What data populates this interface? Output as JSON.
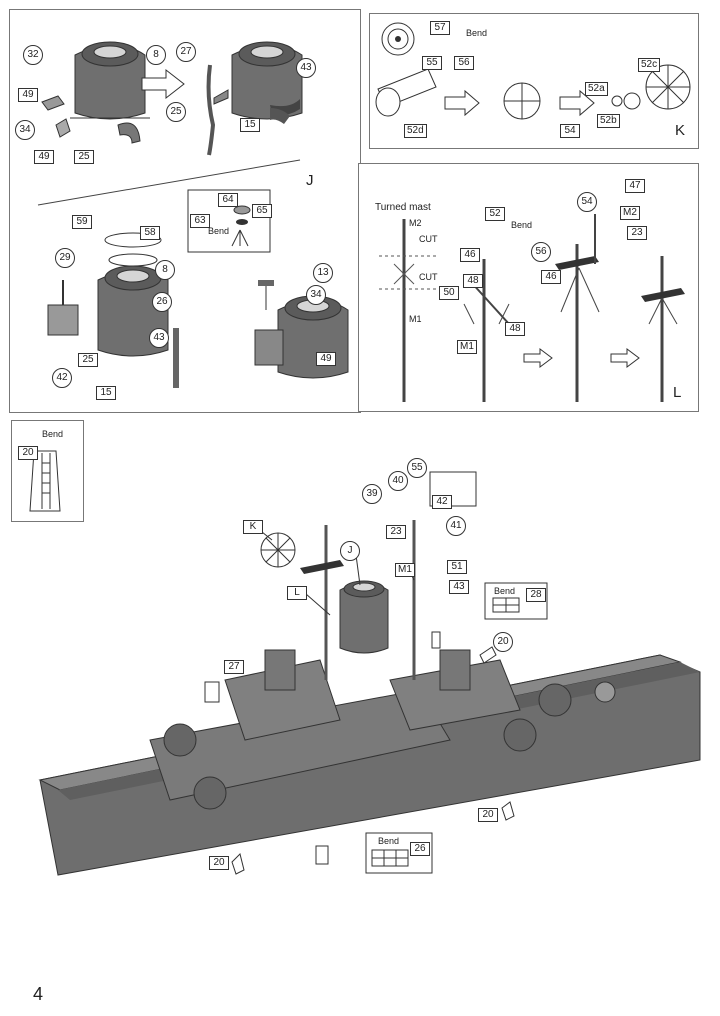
{
  "page_number": "4",
  "step_j": {
    "letter": "J",
    "top_parts": [
      "32",
      "8",
      "27",
      "49",
      "34",
      "25",
      "49",
      "25",
      "15",
      "43",
      "25"
    ],
    "lower_parts": [
      "59",
      "58",
      "29",
      "8",
      "26",
      "64",
      "65",
      "63",
      "13",
      "34",
      "42",
      "25",
      "43",
      "15",
      "49"
    ],
    "bend_label": "Bend"
  },
  "step_k": {
    "letter": "K",
    "parts": [
      "57",
      "55",
      "56",
      "52c",
      "52a",
      "52b",
      "52d",
      "54"
    ],
    "bend_label": "Bend"
  },
  "step_l": {
    "letter": "L",
    "title": "Turned mast",
    "m2": "M2",
    "m1": "M1",
    "cut1": "CUT",
    "cut2": "CUT",
    "bend_label": "Bend",
    "parts": [
      "54",
      "47",
      "52",
      "M2",
      "23",
      "56",
      "46",
      "46",
      "48",
      "50",
      "48",
      "M1"
    ]
  },
  "step_20": {
    "bend_label": "Bend",
    "part": "20"
  },
  "main": {
    "parts": [
      "39",
      "40",
      "55",
      "42",
      "23",
      "41",
      "K",
      "J",
      "M1",
      "51",
      "43",
      "L",
      "28",
      "20",
      "27",
      "20",
      "20",
      "26"
    ],
    "bend_28": "Bend",
    "bend_26": "Bend"
  }
}
